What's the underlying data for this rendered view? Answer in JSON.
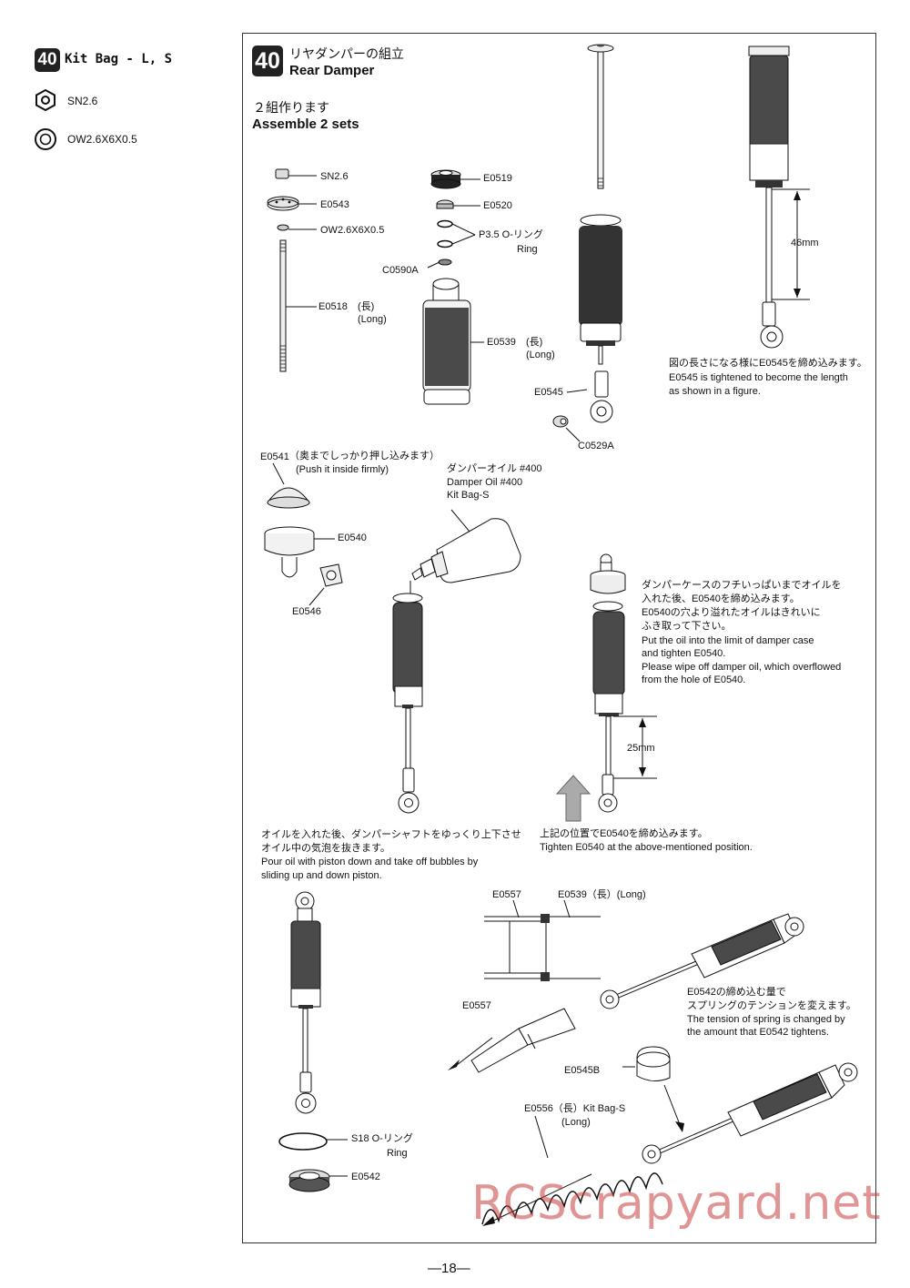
{
  "kit_bag": {
    "step_number": "40",
    "title": "Kit Bag - L, S",
    "items": [
      {
        "icon": "hex-nut-icon",
        "label": "SN2.6"
      },
      {
        "icon": "washer-icon",
        "label": "OW2.6X6X0.5"
      }
    ]
  },
  "step": {
    "number": "40",
    "title_jp": "リヤダンパーの組立",
    "title_en": "Rear Damper",
    "assemble_jp": "２組作ります",
    "assemble_en": "Assemble 2 sets"
  },
  "parts": {
    "sn26": "SN2.6",
    "e0543": "E0543",
    "ow26": "OW2.6X6X0.5",
    "e0518": "E0518",
    "e0518_note_jp": "(長)",
    "e0518_note_en": "(Long)",
    "e0519": "E0519",
    "e0520": "E0520",
    "p35_jp": "P3.5 O-リング",
    "p35_en": "Ring",
    "c0590a": "C0590A",
    "e0539": "E0539",
    "e0539_note_jp": "(長)",
    "e0539_note_en": "(Long)",
    "e0545": "E0545",
    "c0529a": "C0529A",
    "dim_46": "46mm",
    "e0541": "E0541",
    "e0541_note_jp": "（奥までしっかり押し込みます）",
    "e0541_note_en": "(Push it inside firmly)",
    "e0540": "E0540",
    "e0546": "E0546",
    "oil_jp": "ダンパーオイル #400",
    "oil_en": "Damper Oil #400",
    "oil_bag": "Kit Bag-S",
    "dim_25": "25mm",
    "s18_jp": "S18 O-リング",
    "s18_en": "Ring",
    "e0542": "E0542",
    "e0557_a": "E0557",
    "e0539_long": "E0539（長）(Long)",
    "e0557_b": "E0557",
    "e0545b": "E0545B",
    "e0556": "E0556（長）Kit Bag-S",
    "e0556_long": "(Long)"
  },
  "notes": {
    "length": [
      "図の長さになる様にE0545を締め込みます。",
      "E0545 is tightened to become the length",
      "as shown in a figure."
    ],
    "oil_fill": [
      "ダンパーケースのフチいっぱいまでオイルを",
      "入れた後、E0540を締め込みます。",
      "E0540の穴より溢れたオイルはきれいに",
      "ふき取って下さい。",
      "Put the oil into the limit of damper case",
      "and tighten E0540.",
      "Please wipe off damper oil, which overflowed",
      "from the hole of E0540."
    ],
    "bubbles": [
      "オイルを入れた後、ダンパーシャフトをゆっくり上下させ",
      "オイル中の気泡を抜きます。",
      "Pour oil with piston down and take off bubbles by",
      "sliding up and down piston."
    ],
    "tighten": [
      "上記の位置でE0540を締め込みます。",
      "Tighten E0540 at the above-mentioned position."
    ],
    "spring": [
      "E0542の締め込む量で",
      "スプリングのテンションを変えます。",
      "The tension of spring is changed by",
      "the amount that E0542 tightens."
    ]
  },
  "page_number": "—18—",
  "watermark": "RCScrapyard.net"
}
